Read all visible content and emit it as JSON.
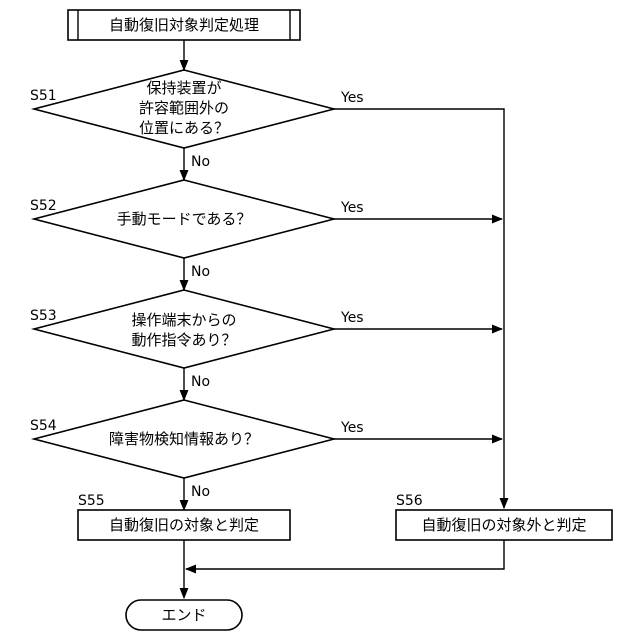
{
  "title": "自動復旧対象判定処理",
  "decisions": [
    {
      "step": "S51",
      "lines": [
        "保持装置が",
        "許容範囲外の",
        "位置にある？"
      ],
      "yes": "Yes",
      "no": "No"
    },
    {
      "step": "S52",
      "lines": [
        "手動モードである？"
      ],
      "yes": "Yes",
      "no": "No"
    },
    {
      "step": "S53",
      "lines": [
        "操作端末からの",
        "動作指令あり？"
      ],
      "yes": "Yes",
      "no": "No"
    },
    {
      "step": "S54",
      "lines": [
        "障害物検知情報あり？"
      ],
      "yes": "Yes",
      "no": "No"
    }
  ],
  "process_target": {
    "step": "S55",
    "label": "自動復旧の対象と判定"
  },
  "process_non_target": {
    "step": "S56",
    "label": "自動復旧の対象外と判定"
  },
  "end_label": "エンド"
}
